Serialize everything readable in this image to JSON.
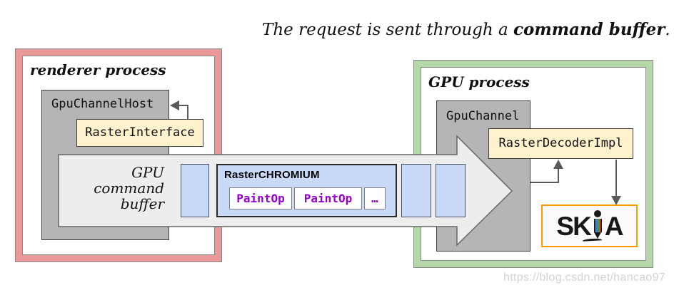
{
  "caption": {
    "prefix": "The request is sent through a ",
    "bold": "command buffer",
    "suffix": "."
  },
  "renderer_process": {
    "label": "renderer process",
    "gpu_channel_host_label": "GpuChannelHost",
    "raster_interface_label": "RasterInterface"
  },
  "command_buffer": {
    "label_line1": "GPU",
    "label_line2": "command",
    "label_line3": "buffer",
    "raster_chromium_title": "RasterCHROMIUM",
    "op1": "PaintOp",
    "op2": "PaintOp",
    "op3": "…"
  },
  "gpu_process": {
    "label": "GPU process",
    "gpu_channel_label": "GpuChannel",
    "raster_decoder_label": "RasterDecoderImpl",
    "skia_letters_left": "SK",
    "skia_letters_right": "A"
  },
  "icons": {
    "skia_i": "pencil"
  },
  "watermark": "https://blog.csdn.net/hancao97",
  "colors": {
    "frame_red": "#ea9999",
    "frame_green": "#b6d7a8",
    "frame_border": "#8a8a8a",
    "box_gray": "#b5b5b5",
    "box_border": "#3f3f3f",
    "box_yellow": "#fff2cc",
    "box_blue": "#c9daf8",
    "blue_border": "#46505e",
    "arrow_fill": "#ededed",
    "arrow_border": "#666666",
    "op_purple": "#9900cc",
    "op_border": "#808080",
    "skia_orange": "#ff9900",
    "connector": "#595959",
    "watermark": "#d3d3d3"
  }
}
